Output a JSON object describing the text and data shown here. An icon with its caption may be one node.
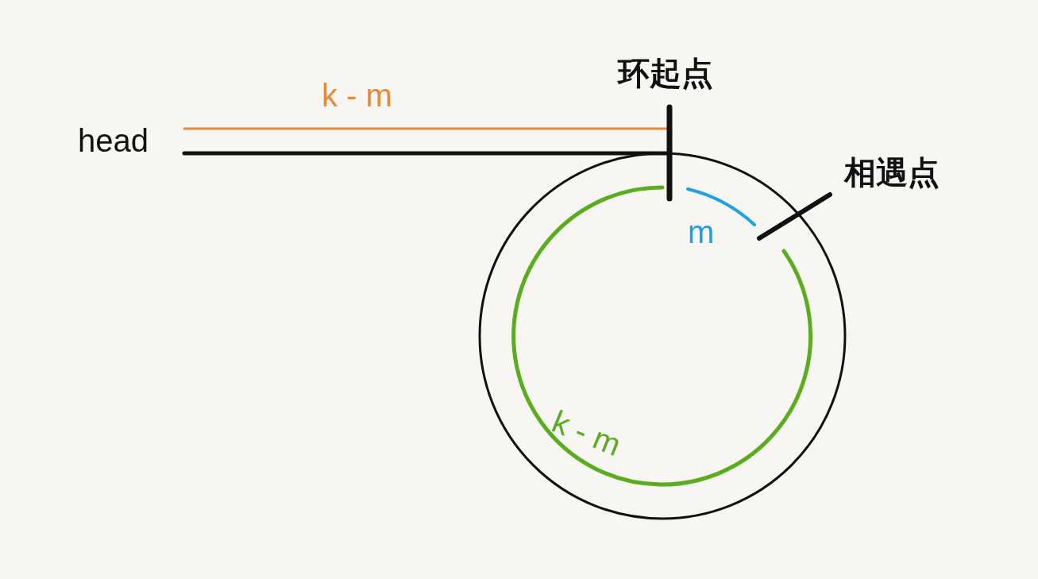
{
  "diagram": {
    "labels": [
      "k - m",
      "head",
      "环起点",
      "相遇点",
      "m",
      "k - m"
    ]
  }
}
